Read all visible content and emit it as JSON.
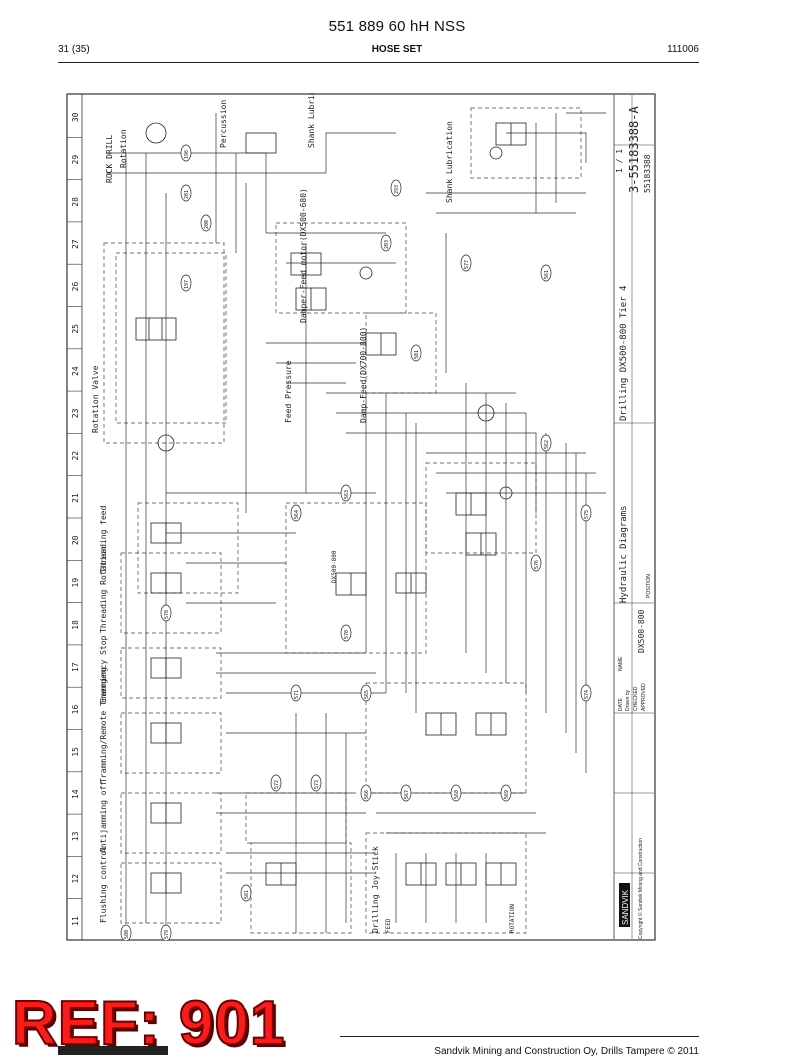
{
  "document": {
    "title": "551 889 60 hH NSS",
    "page": "31 (35)",
    "section": "HOSE SET",
    "date": "111006",
    "stamp": "REF: 901",
    "footer": "Sandvik Mining and Construction Oy, Drills Tampere © 2011"
  },
  "drawing": {
    "column_numbers": [
      "30",
      "29",
      "28",
      "27",
      "26",
      "25",
      "24",
      "23",
      "22",
      "21",
      "20",
      "19",
      "18",
      "17",
      "16",
      "15",
      "14",
      "13",
      "12",
      "11"
    ],
    "labels": {
      "rock_drill": "ROCK DRILL",
      "rotation": "Rotation",
      "percussion": "Percussion",
      "shank_lub": "Shank Lubrication",
      "shank_lub2": "Shank Lubrication",
      "dampfeed_motor": "Damper-Feed motor(DX500-680)",
      "rotation_valve": "Rotation Valve",
      "feed_pressure": "Feed Pressure",
      "dampfeed": "Damp-Feed(DX700-800)",
      "threading_feed": "Threading feed",
      "threading_rotation": "Threading Rotation",
      "emergency_stop": "Emergency Stop",
      "tramming": "Tramming/Remote Tramming",
      "antijamming": "Antijamming off",
      "flushing": "Flushing control",
      "drilling_joystick": "Drilling Joy-Stick",
      "feed": "FEED",
      "rotation_lbl": "ROTATION",
      "dx_series": "DX500-800"
    },
    "title_block": {
      "company": "SANDVIK",
      "copyright": "Copyright © Sandvik Mining and Construction",
      "title1": "Hydraulic Diagrams",
      "title2": "Drilling DX500-800 Tier 4",
      "model": "DX500-800",
      "dwg_no": "3-55183388-A",
      "sheet": "1 / 1",
      "cad_no": "55183388",
      "date_label": "DATE",
      "name_label": "NAME",
      "drawn": "Drawn by",
      "checked": "CHECKED",
      "approved": "APPROVED",
      "position": "POSITION"
    },
    "hose_tags": [
      "196",
      "201",
      "200",
      "197",
      "203",
      "293",
      "501",
      "561",
      "562",
      "563",
      "564",
      "565",
      "566",
      "567",
      "568",
      "569",
      "570",
      "571",
      "572",
      "573",
      "574",
      "575",
      "576",
      "577",
      "578",
      "579",
      "580",
      "581"
    ]
  }
}
